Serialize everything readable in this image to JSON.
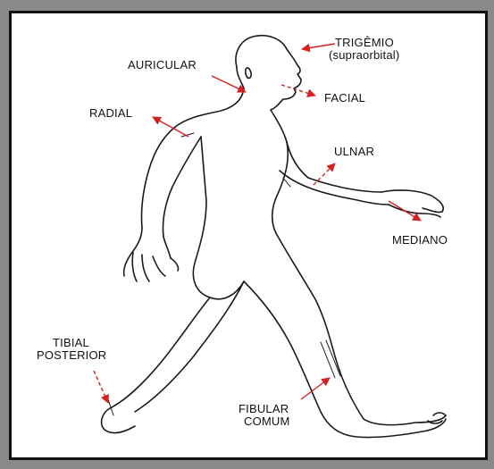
{
  "labels": {
    "trigemio_line1": "TRIGÊMIO",
    "trigemio_line2": "(supraorbital)",
    "auricular": "AURICULAR",
    "facial": "FACIAL",
    "radial": "RADIAL",
    "ulnar": "ULNAR",
    "mediano": "MEDIANO",
    "tibial_line1": "TIBIAL",
    "tibial_line2": "POSTERIOR",
    "fibular_line1": "FIBULAR",
    "fibular_line2": "COMUM"
  },
  "colors": {
    "arrow": "#d42020",
    "outline": "#1a1a1a",
    "frame_border": "#111111"
  }
}
